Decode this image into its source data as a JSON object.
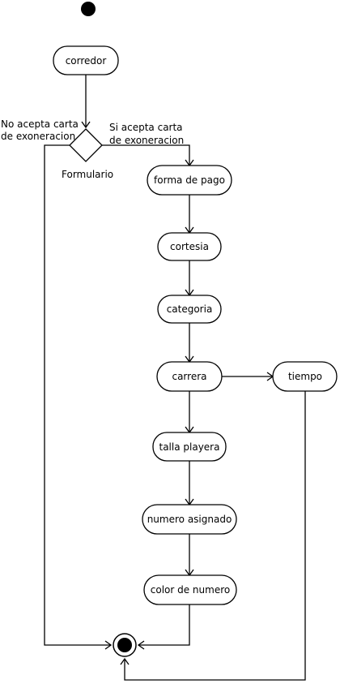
{
  "diagram": {
    "activities": {
      "corredor": "corredor",
      "forma_pago": "forma de pago",
      "cortesia": "cortesia",
      "categoria": "categoria",
      "carrera": "carrera",
      "tiempo": "tiempo",
      "talla": "talla playera",
      "numero": "numero asignado",
      "color": "color de numero"
    },
    "decision": {
      "label": "Formulario",
      "no_line1": "No acepta carta",
      "no_line2": "de exoneracion",
      "yes_line1": "Si acepta carta",
      "yes_line2": "de exoneracion"
    }
  }
}
